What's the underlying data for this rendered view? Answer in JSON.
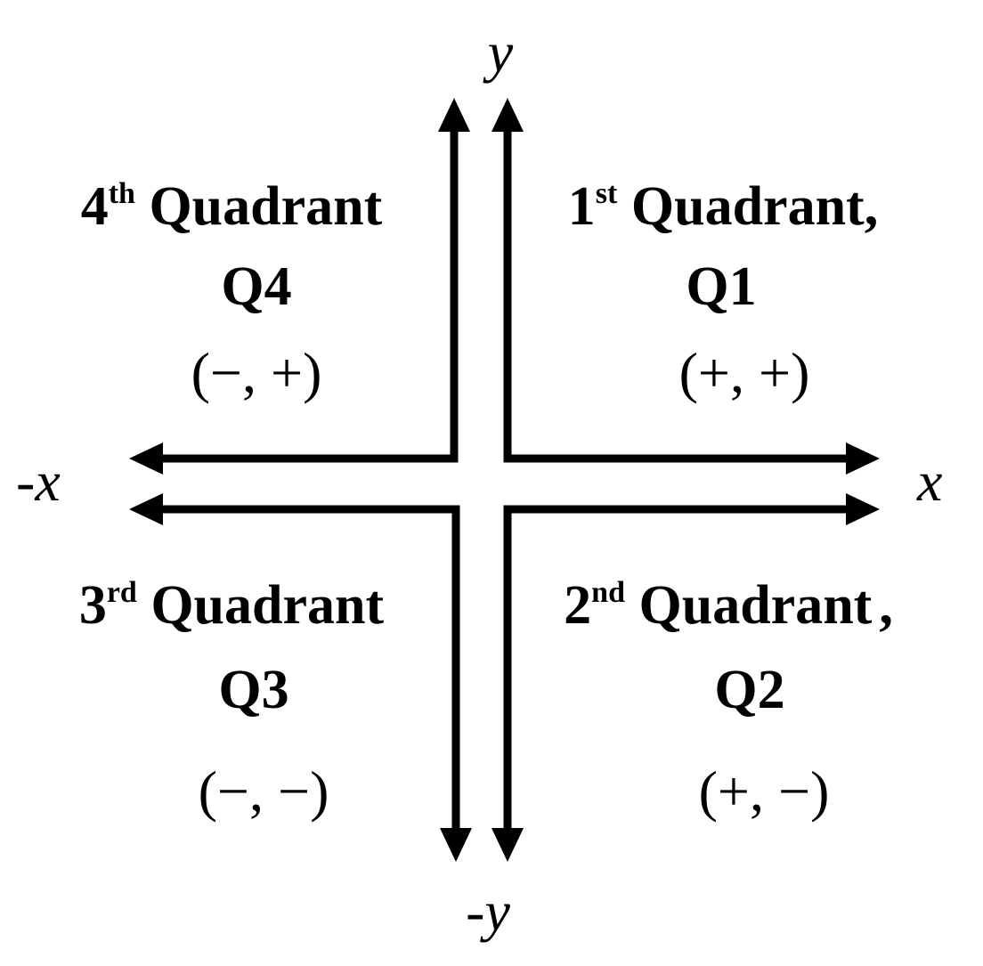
{
  "axes": {
    "y_pos": "y",
    "y_neg": "-y",
    "x_pos": "x",
    "x_neg": "-x"
  },
  "quadrants": [
    {
      "id": "q1",
      "ordinal": "1",
      "suffix": "st",
      "word": "Quadrant,",
      "code": "Q1",
      "signs": "(+, +)"
    },
    {
      "id": "q2",
      "ordinal": "2",
      "suffix": "nd",
      "word": "Quadrant",
      "comma": ",",
      "code": "Q2",
      "signs": "(+, −)"
    },
    {
      "id": "q3",
      "ordinal": "3",
      "suffix": "rd",
      "word": "Quadrant",
      "code": "Q3",
      "signs": "(−, −)"
    },
    {
      "id": "q4",
      "ordinal": "4",
      "suffix": "th",
      "word": "Quadrant",
      "code": "Q4",
      "signs": "(−, +)"
    }
  ]
}
